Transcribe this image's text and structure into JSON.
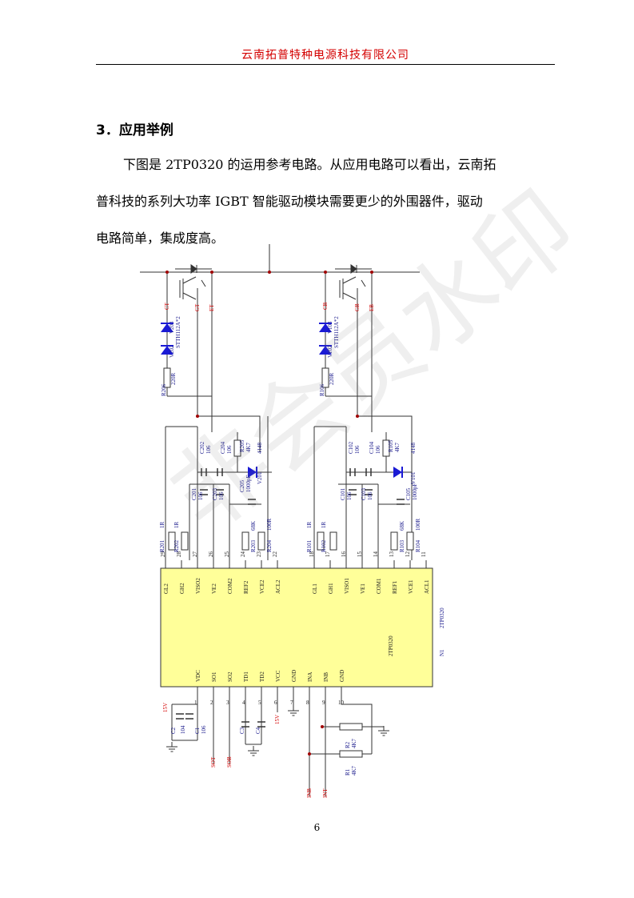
{
  "header": {
    "company": "云南拓普特种电源科技有限公司"
  },
  "section": {
    "heading": "3．应用举例"
  },
  "paragraph": {
    "line1": "下图是 2TP0320 的运用参考电路。从应用电路可以看出，云南拓",
    "line2": "普科技的系列大功率 IGBT 智能驱动模块需要更少的外围器件，驱动",
    "line3": "电路简单，集成度高。"
  },
  "watermark": {
    "text": "非会员水印"
  },
  "schematic": {
    "colors": {
      "wire": "#333333",
      "net_label": "#d40000",
      "component": "#1a1a8c",
      "ic_fill": "#ffff99",
      "diode": "#1a1ad4"
    },
    "ic": {
      "designator": "N1",
      "part": "2TP0320",
      "part_inner": "2TP0320"
    },
    "top_pins": [
      {
        "num": "29",
        "name": "GL2"
      },
      {
        "num": "28",
        "name": "GH2"
      },
      {
        "num": "27",
        "name": "VISO2"
      },
      {
        "num": "26",
        "name": "VE2"
      },
      {
        "num": "25",
        "name": "COM2"
      },
      {
        "num": "24",
        "name": "REF2"
      },
      {
        "num": "23",
        "name": "VCE2"
      },
      {
        "num": "22",
        "name": "ACL2"
      },
      {
        "num": "18",
        "name": "GL1"
      },
      {
        "num": "17",
        "name": "GH1"
      },
      {
        "num": "16",
        "name": "VISO1"
      },
      {
        "num": "15",
        "name": "VE1"
      },
      {
        "num": "14",
        "name": "COM1"
      },
      {
        "num": "13",
        "name": "REF1"
      },
      {
        "num": "12",
        "name": "VCE1"
      },
      {
        "num": "11",
        "name": "ACL1"
      }
    ],
    "bottom_pins": [
      {
        "num": "1",
        "name": "VDC"
      },
      {
        "num": "2",
        "name": "SO1"
      },
      {
        "num": "3",
        "name": "SO2"
      },
      {
        "num": "4",
        "name": "TD1"
      },
      {
        "num": "5",
        "name": "TD2"
      },
      {
        "num": "6",
        "name": "VCC"
      },
      {
        "num": "7",
        "name": "GND"
      },
      {
        "num": "8",
        "name": "INA"
      },
      {
        "num": "9",
        "name": "INB"
      },
      {
        "num": "10",
        "name": "GND"
      }
    ],
    "net_labels": {
      "ct": "CT",
      "gt": "GT",
      "et": "ET",
      "cb": "CB",
      "gb": "GB",
      "eb": "EB",
      "v15a": "15V",
      "v15b": "15V",
      "sot": "SOT",
      "sob": "SOB",
      "inb": "INB",
      "int": "INT"
    },
    "components": {
      "v203": "V203",
      "stth_a": "STTH112A*2",
      "v202": "V202",
      "r206": "R206",
      "r206v": "220R",
      "v103": "V103",
      "stth_b": "STTH112A*2",
      "v102": "V102",
      "r106": "R106",
      "r106v": "220R",
      "c202": "C202",
      "c202v": "106",
      "c204": "C204",
      "c204v": "106",
      "r205": "R205",
      "r205v": "4K7",
      "v201": "V201",
      "v201v": "4148",
      "c201": "C201",
      "c201v": "106",
      "c203": "C203",
      "c203v": "106",
      "c205": "C205",
      "c205v": "1000pF",
      "r201": "R201",
      "r201v": "1R",
      "r202": "R202",
      "r202v": "1R",
      "r203": "R203",
      "r203v": "68K",
      "r204": "R204",
      "r204v": "100R",
      "c102": "C102",
      "c102v": "106",
      "c104": "C104",
      "c104v": "106",
      "r105": "R105",
      "r105v": "4K7",
      "v101": "V101",
      "v101v": "4148",
      "c101": "C101",
      "c101v": "106",
      "c103": "C103",
      "c103v": "106",
      "c105": "C105",
      "c105v": "1000pF",
      "r101": "R101",
      "r101v": "1R",
      "r102": "R102",
      "r102v": "1R",
      "r103": "R103",
      "r103v": "68K",
      "r104": "R104",
      "r104v": "100R",
      "c2": "C2",
      "c2v": "104",
      "c1": "C1",
      "c1v": "106",
      "c3": "C3",
      "c4": "C4",
      "r2": "R2",
      "r2v": "4K7",
      "r1": "R1",
      "r1v": "4K7"
    }
  },
  "footer": {
    "page_number": "6"
  }
}
